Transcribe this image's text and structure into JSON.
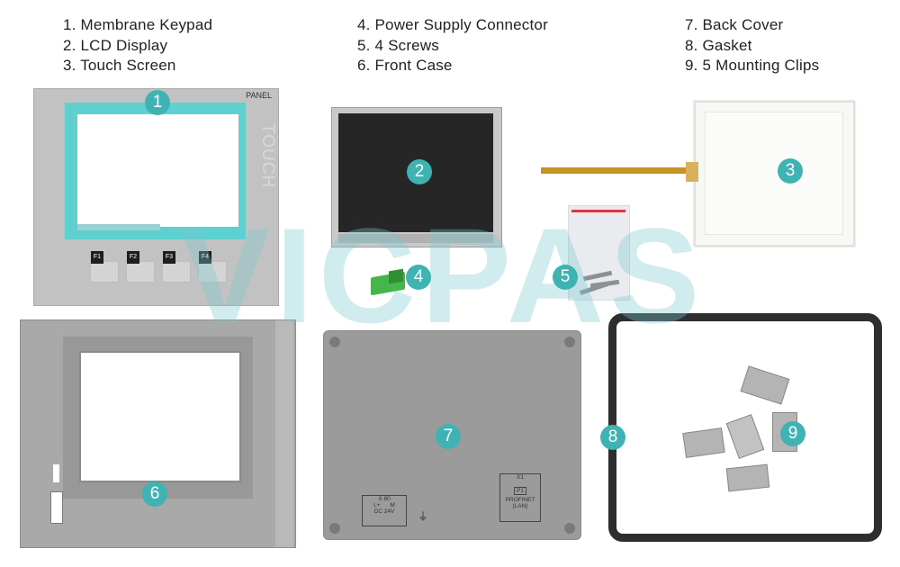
{
  "legend": {
    "col1": [
      "1. Membrane Keypad",
      "2. LCD Display",
      "3. Touch Screen"
    ],
    "col2": [
      "4. Power Supply Connector",
      "5. 4 Screws",
      "6. Front Case"
    ],
    "col3": [
      "7. Back Cover",
      "8. Gasket",
      "9. 5 Mounting Clips"
    ]
  },
  "badges": [
    "1",
    "2",
    "3",
    "4",
    "5",
    "6",
    "7",
    "8",
    "9"
  ],
  "watermark": "VICPAS",
  "keypad": {
    "panel_label": "PANEL",
    "touch_label": "TOUCH",
    "keys": [
      "F1",
      "F2",
      "F3",
      "F4"
    ]
  },
  "back_cover": {
    "power_lines": [
      "X 80",
      "L+      M",
      "DC 24V"
    ],
    "net_lines": [
      "X1",
      "P1",
      "PROFINET",
      "(LAN)"
    ]
  },
  "colors": {
    "badge": "#3fb3b3",
    "keypad_window": "#5fd0d0",
    "lcd": "#262626"
  }
}
